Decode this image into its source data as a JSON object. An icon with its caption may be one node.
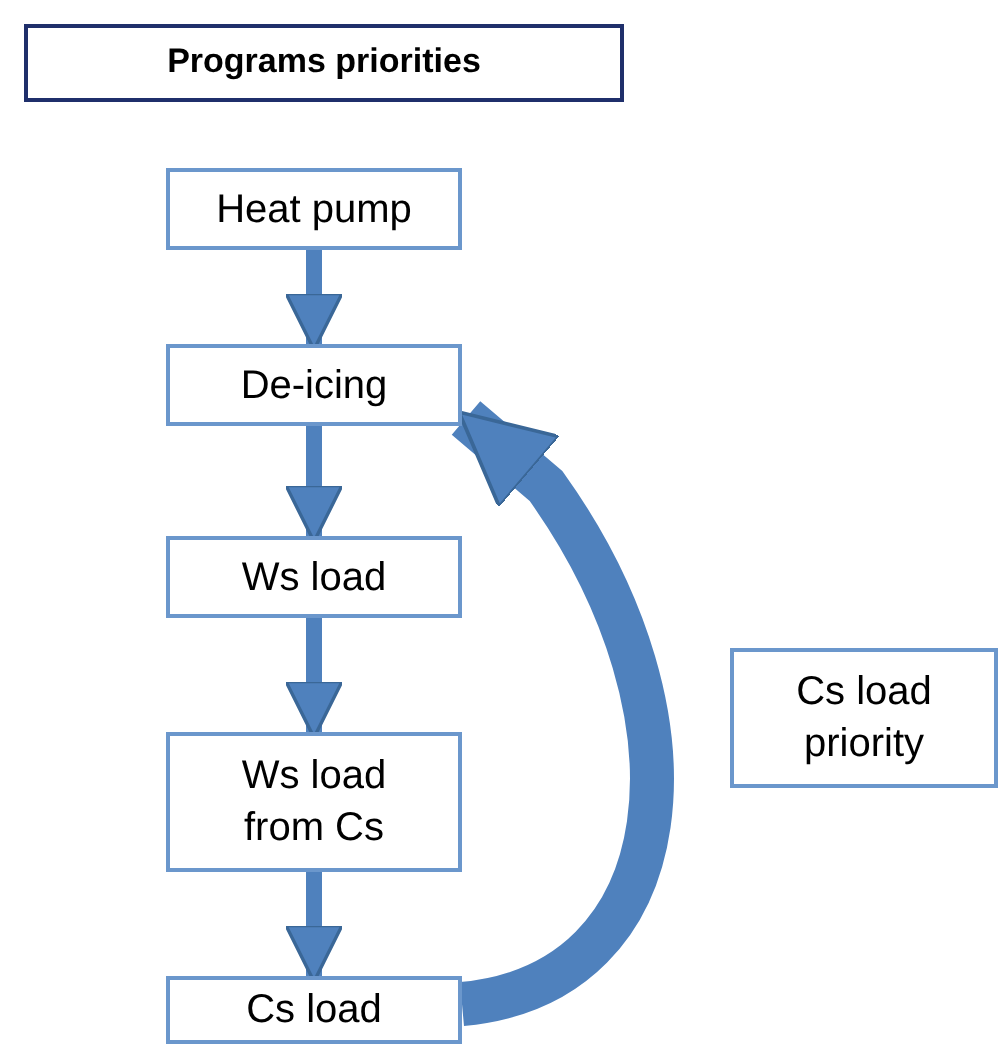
{
  "diagram": {
    "nodes": [
      {
        "text": [
          "Programs priorities"
        ]
      },
      {
        "text": [
          "Heat pump"
        ]
      },
      {
        "text": [
          "De-icing"
        ]
      },
      {
        "text": [
          "Ws load"
        ]
      },
      {
        "text": [
          "Ws load from Cs"
        ]
      },
      {
        "text": [
          "Cs load"
        ]
      },
      {
        "text": [
          "Cs load priority"
        ]
      }
    ],
    "edges": [
      {
        "from": 1,
        "to": 2,
        "arrow": "to"
      },
      {
        "from": 2,
        "to": 3,
        "arrow": "to"
      },
      {
        "from": 3,
        "to": 4,
        "arrow": "to"
      },
      {
        "from": 4,
        "to": 5,
        "arrow": "to"
      },
      {
        "from": 5,
        "to": 2,
        "arrow": "to",
        "style": "thick"
      }
    ]
  }
}
